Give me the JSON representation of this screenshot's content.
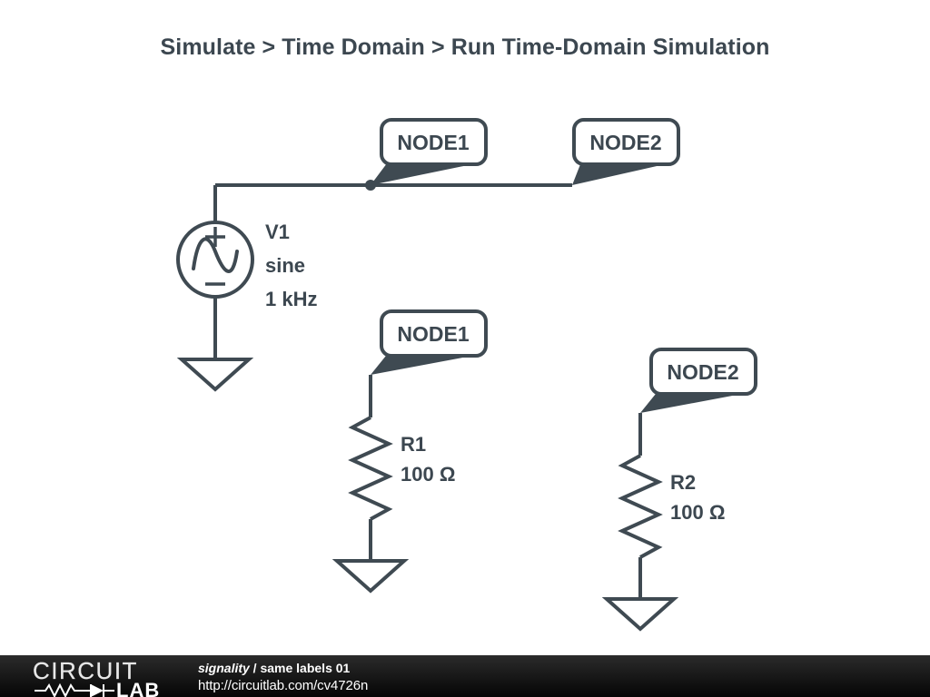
{
  "title": "Simulate > Time Domain > Run Time-Domain Simulation",
  "colors": {
    "stroke": "#3f4a52",
    "text": "#3c4750",
    "background": "#ffffff",
    "footer_background": "#0b0b0b",
    "footer_text": "#ffffff"
  },
  "schematic": {
    "node_labels": [
      {
        "name": "node-label-top-node1",
        "text": "NODE1"
      },
      {
        "name": "node-label-top-node2",
        "text": "NODE2"
      },
      {
        "name": "node-label-r1-node1",
        "text": "NODE1"
      },
      {
        "name": "node-label-r2-node2",
        "text": "NODE2"
      }
    ],
    "components": [
      {
        "name": "voltage-source-v1",
        "type": "sine-voltage-source",
        "designator": "V1",
        "lines": [
          "V1",
          "sine",
          "1 kHz"
        ],
        "waveform": "sine",
        "frequency": "1 kHz",
        "plus_sign": "+",
        "minus_sign": "−"
      },
      {
        "name": "resistor-r1",
        "type": "resistor",
        "designator": "R1",
        "value": "100 Ω",
        "lines": [
          "R1",
          "100 Ω"
        ]
      },
      {
        "name": "resistor-r2",
        "type": "resistor",
        "designator": "R2",
        "value": "100 Ω",
        "lines": [
          "R2",
          "100 Ω"
        ]
      }
    ],
    "grounds": [
      {
        "name": "ground-v1"
      },
      {
        "name": "ground-r1"
      },
      {
        "name": "ground-r2"
      }
    ]
  },
  "footer": {
    "logo": {
      "top_word": "CIRCUIT",
      "bottom_word": "LAB"
    },
    "project_author": "signality",
    "separator": " / ",
    "project_name": "same labels 01",
    "url": "http://circuitlab.com/cv4726n"
  }
}
